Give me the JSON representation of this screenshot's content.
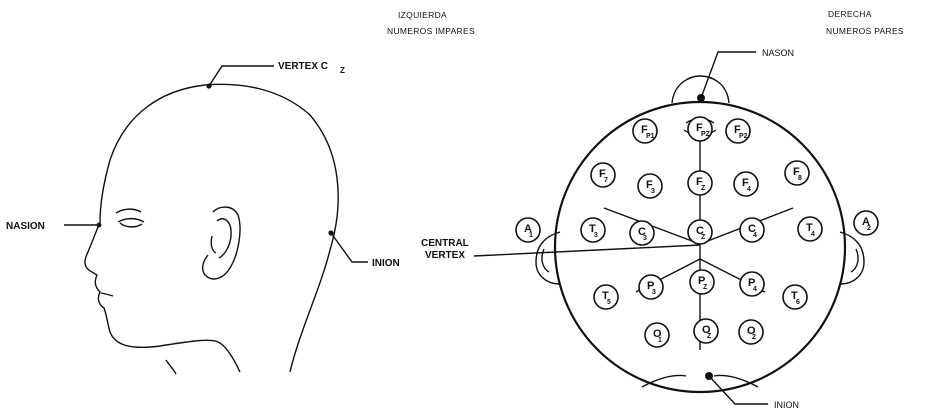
{
  "left_labels": {
    "vertex": "VERTEX C",
    "vertex_sub": "Z",
    "nasion": "NASION",
    "inion": "INION",
    "central_vertex_1": "CENTRAL",
    "central_vertex_2": "VERTEX"
  },
  "right_labels": {
    "left_side_1": "IZQUIERDA",
    "left_side_2": "NUMEROS IMPARES",
    "right_side_1": "DERECHA",
    "right_side_2": "NUMEROS PARES",
    "nason": "NASON",
    "inion": "INION"
  },
  "electrodes": [
    {
      "id": "Fp1",
      "letter": "F",
      "sub": "P1"
    },
    {
      "id": "Fpz",
      "letter": "F",
      "sub": "PZ"
    },
    {
      "id": "Fp2",
      "letter": "F",
      "sub": "P2"
    },
    {
      "id": "F7",
      "letter": "F",
      "sub": "7"
    },
    {
      "id": "F3",
      "letter": "F",
      "sub": "3"
    },
    {
      "id": "Fz",
      "letter": "F",
      "sub": "Z"
    },
    {
      "id": "F4",
      "letter": "F",
      "sub": "4"
    },
    {
      "id": "F8",
      "letter": "F",
      "sub": "8"
    },
    {
      "id": "A1",
      "letter": "A",
      "sub": "1"
    },
    {
      "id": "T3",
      "letter": "T",
      "sub": "3"
    },
    {
      "id": "C3",
      "letter": "C",
      "sub": "3"
    },
    {
      "id": "Cz",
      "letter": "C",
      "sub": "Z"
    },
    {
      "id": "C4",
      "letter": "C",
      "sub": "4"
    },
    {
      "id": "T4",
      "letter": "T",
      "sub": "4"
    },
    {
      "id": "A2",
      "letter": "A",
      "sub": "2"
    },
    {
      "id": "T5",
      "letter": "T",
      "sub": "5"
    },
    {
      "id": "P3",
      "letter": "P",
      "sub": "3"
    },
    {
      "id": "Pz",
      "letter": "P",
      "sub": "Z"
    },
    {
      "id": "P4",
      "letter": "P",
      "sub": "4"
    },
    {
      "id": "T6",
      "letter": "T",
      "sub": "6"
    },
    {
      "id": "O1",
      "letter": "O",
      "sub": "1"
    },
    {
      "id": "Oz",
      "letter": "O",
      "sub": "Z"
    },
    {
      "id": "O2",
      "letter": "O",
      "sub": "2"
    }
  ]
}
